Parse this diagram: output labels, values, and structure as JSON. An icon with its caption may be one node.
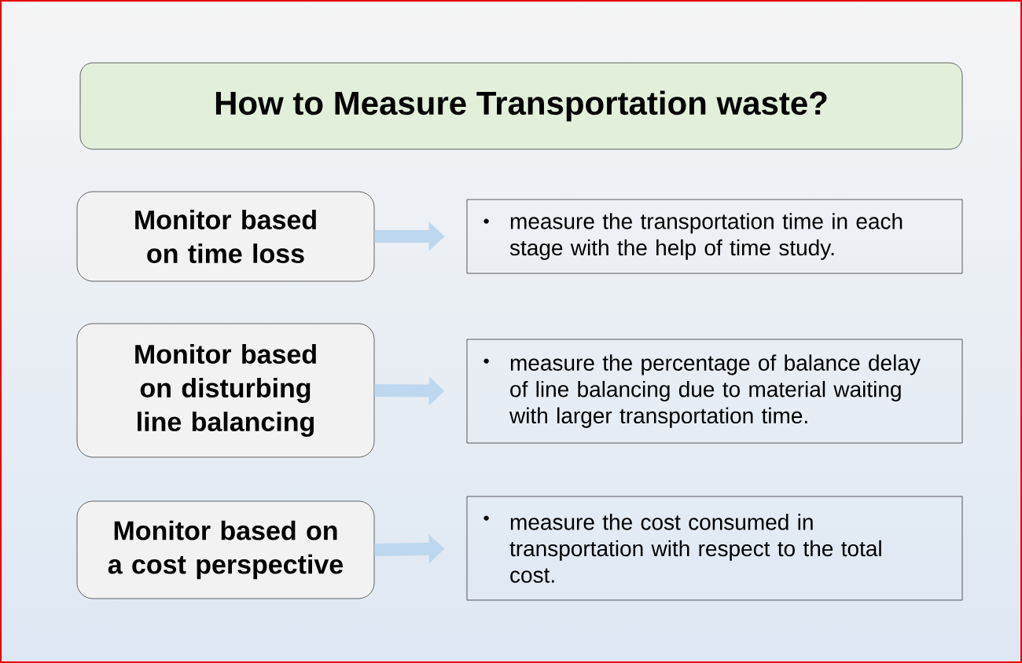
{
  "diagram": {
    "nodes": [
      {
        "text": [
          "How to Measure Transportation waste?"
        ]
      },
      {
        "text": [
          "Monitor based on time loss"
        ]
      },
      {
        "text": [
          "measure the transportation time in each stage with the help of time study."
        ]
      },
      {
        "text": [
          "Monitor based on disturbing line balancing"
        ]
      },
      {
        "text": [
          "measure the percentage of balance delay of line balancing due to material waiting with larger transportation time."
        ]
      },
      {
        "text": [
          "Monitor based on a cost perspective"
        ]
      },
      {
        "text": [
          "measure the cost consumed in transportation with respect to the total cost."
        ]
      }
    ],
    "edges": [
      {
        "from": 1,
        "to": 2,
        "arrow": "to"
      },
      {
        "from": 3,
        "to": 4,
        "arrow": "to"
      },
      {
        "from": 5,
        "to": 6,
        "arrow": "to"
      }
    ]
  }
}
